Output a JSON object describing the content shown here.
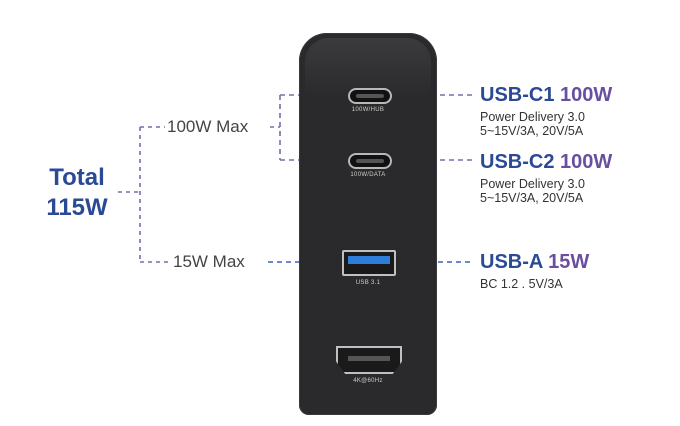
{
  "total": {
    "line1": "Total",
    "line2": "115W"
  },
  "groups": {
    "upper_max": "100W Max",
    "lower_max": "15W Max"
  },
  "device_ports": {
    "usbc1_label": "100W/HUB",
    "usbc2_label": "100W/DATA",
    "usba_label": "USB 3.1",
    "hdmi_label": "4K@60Hz"
  },
  "ports": [
    {
      "name": "USB-C1",
      "watt": "100W",
      "spec1": "Power Delivery 3.0",
      "spec2": "5~15V/3A, 20V/5A"
    },
    {
      "name": "USB-C2",
      "watt": "100W",
      "spec1": "Power Delivery 3.0",
      "spec2": "5~15V/3A, 20V/5A"
    },
    {
      "name": "USB-A",
      "watt": "15W",
      "spec1": "BC 1.2 . 5V/3A"
    }
  ],
  "colors": {
    "accent_blue": "#2b4a95",
    "accent_purple": "#6a4fa0",
    "usb_a_tongue": "#2f7dd8"
  }
}
